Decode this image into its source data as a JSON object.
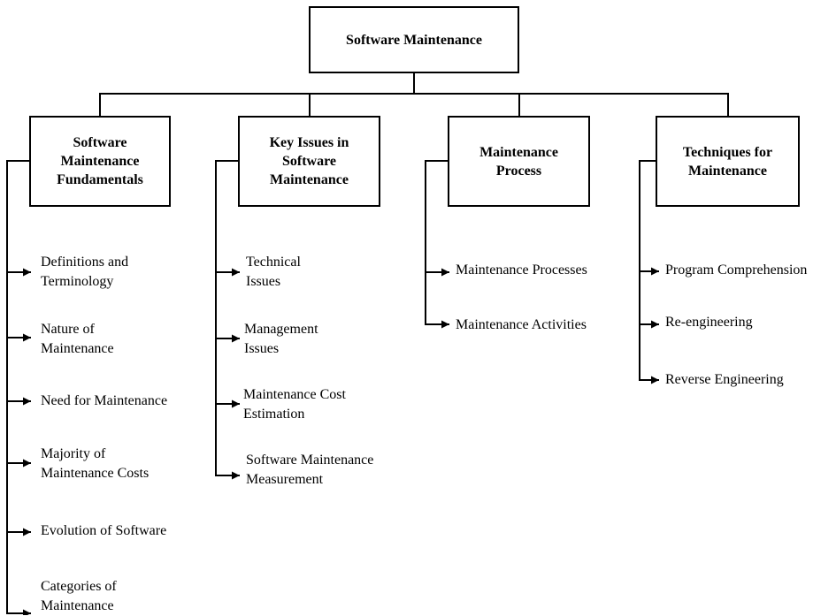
{
  "root": {
    "label": "Software Maintenance"
  },
  "categories": [
    {
      "title_lines": [
        "Software",
        "Maintenance",
        "Fundamentals"
      ],
      "items": [
        [
          "Definitions and",
          "Terminology"
        ],
        [
          "Nature of",
          "Maintenance"
        ],
        [
          "Need for Maintenance"
        ],
        [
          "Majority of",
          "Maintenance Costs"
        ],
        [
          "Evolution of Software"
        ],
        [
          "Categories of",
          "Maintenance"
        ]
      ]
    },
    {
      "title_lines": [
        "Key Issues in",
        "Software",
        "Maintenance"
      ],
      "items": [
        [
          "Technical",
          "Issues"
        ],
        [
          "Management",
          "Issues"
        ],
        [
          "Maintenance Cost",
          "Estimation"
        ],
        [
          "Software Maintenance",
          "Measurement"
        ]
      ]
    },
    {
      "title_lines": [
        "Maintenance",
        "Process"
      ],
      "items": [
        [
          "Maintenance Processes"
        ],
        [
          "Maintenance Activities"
        ]
      ]
    },
    {
      "title_lines": [
        "Techniques for",
        "Maintenance"
      ],
      "items": [
        [
          "Program Comprehension"
        ],
        [
          "Re-engineering"
        ],
        [
          "Reverse Engineering"
        ]
      ]
    }
  ]
}
